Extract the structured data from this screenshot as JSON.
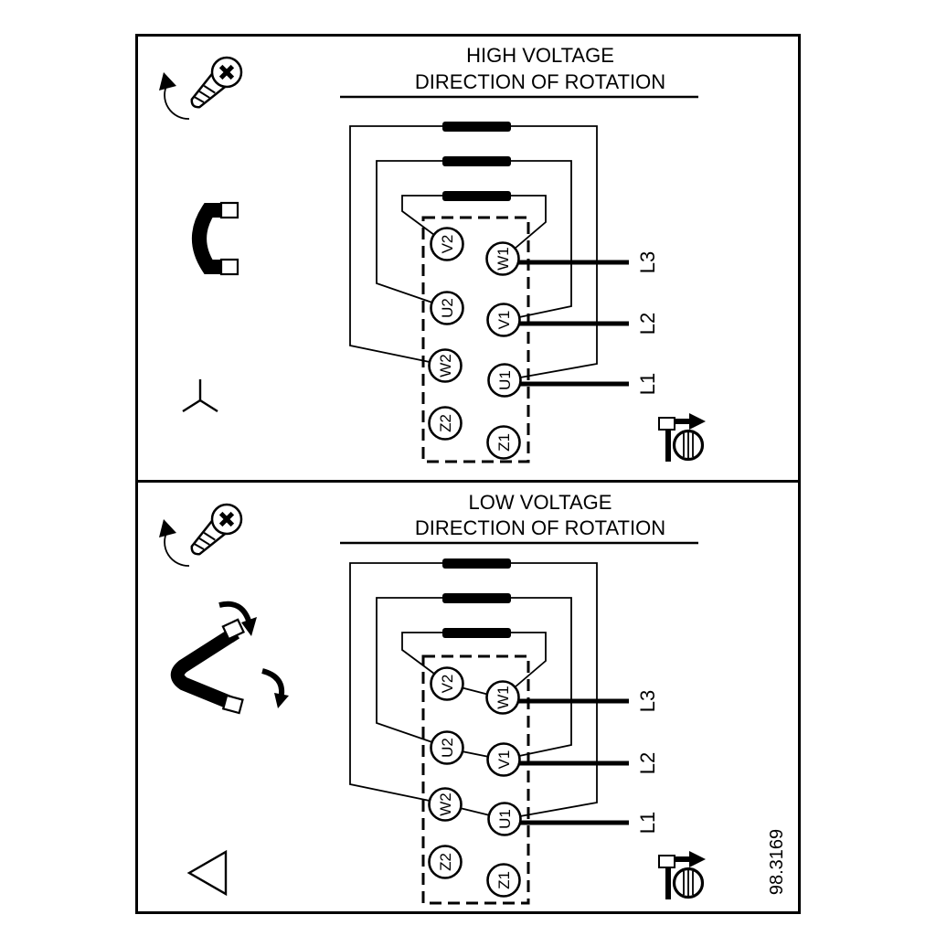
{
  "colors": {
    "ink": "#000000",
    "paper": "#ffffff"
  },
  "figure_number": "98.3169",
  "panels": {
    "high": {
      "title_line1": "HIGH VOLTAGE",
      "title_line2": "DIRECTION OF ROTATION",
      "terminals_left": [
        "V2",
        "U2",
        "W2",
        "Z2"
      ],
      "terminals_right": [
        "W1",
        "V1",
        "U1",
        "Z1"
      ],
      "supply_lines": [
        "L3",
        "L2",
        "L1"
      ]
    },
    "low": {
      "title_line1": "LOW VOLTAGE",
      "title_line2": "DIRECTION OF ROTATION",
      "terminals_left": [
        "V2",
        "U2",
        "W2",
        "Z2"
      ],
      "terminals_right": [
        "W1",
        "V1",
        "U1",
        "Z1"
      ],
      "supply_lines": [
        "L3",
        "L2",
        "L1"
      ]
    }
  }
}
